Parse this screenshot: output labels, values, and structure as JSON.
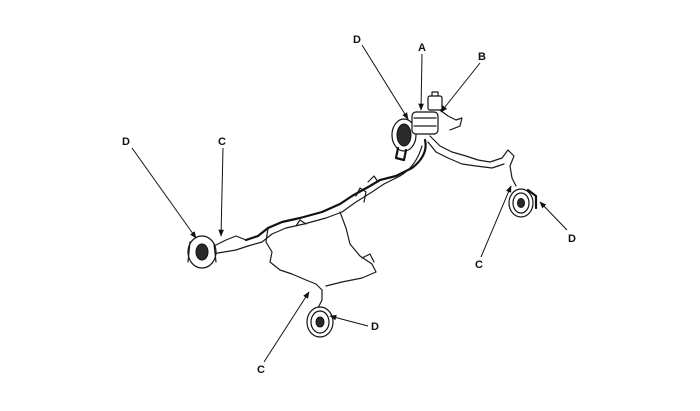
{
  "labels": {
    "a": "A",
    "b": "B",
    "c_left": "C",
    "d_left": "D",
    "d_top": "D",
    "c_right": "C",
    "d_right": "D",
    "c_bottom": "C",
    "d_bottom": "D"
  },
  "colors": {
    "ink": "#111111",
    "background": "#ffffff"
  }
}
